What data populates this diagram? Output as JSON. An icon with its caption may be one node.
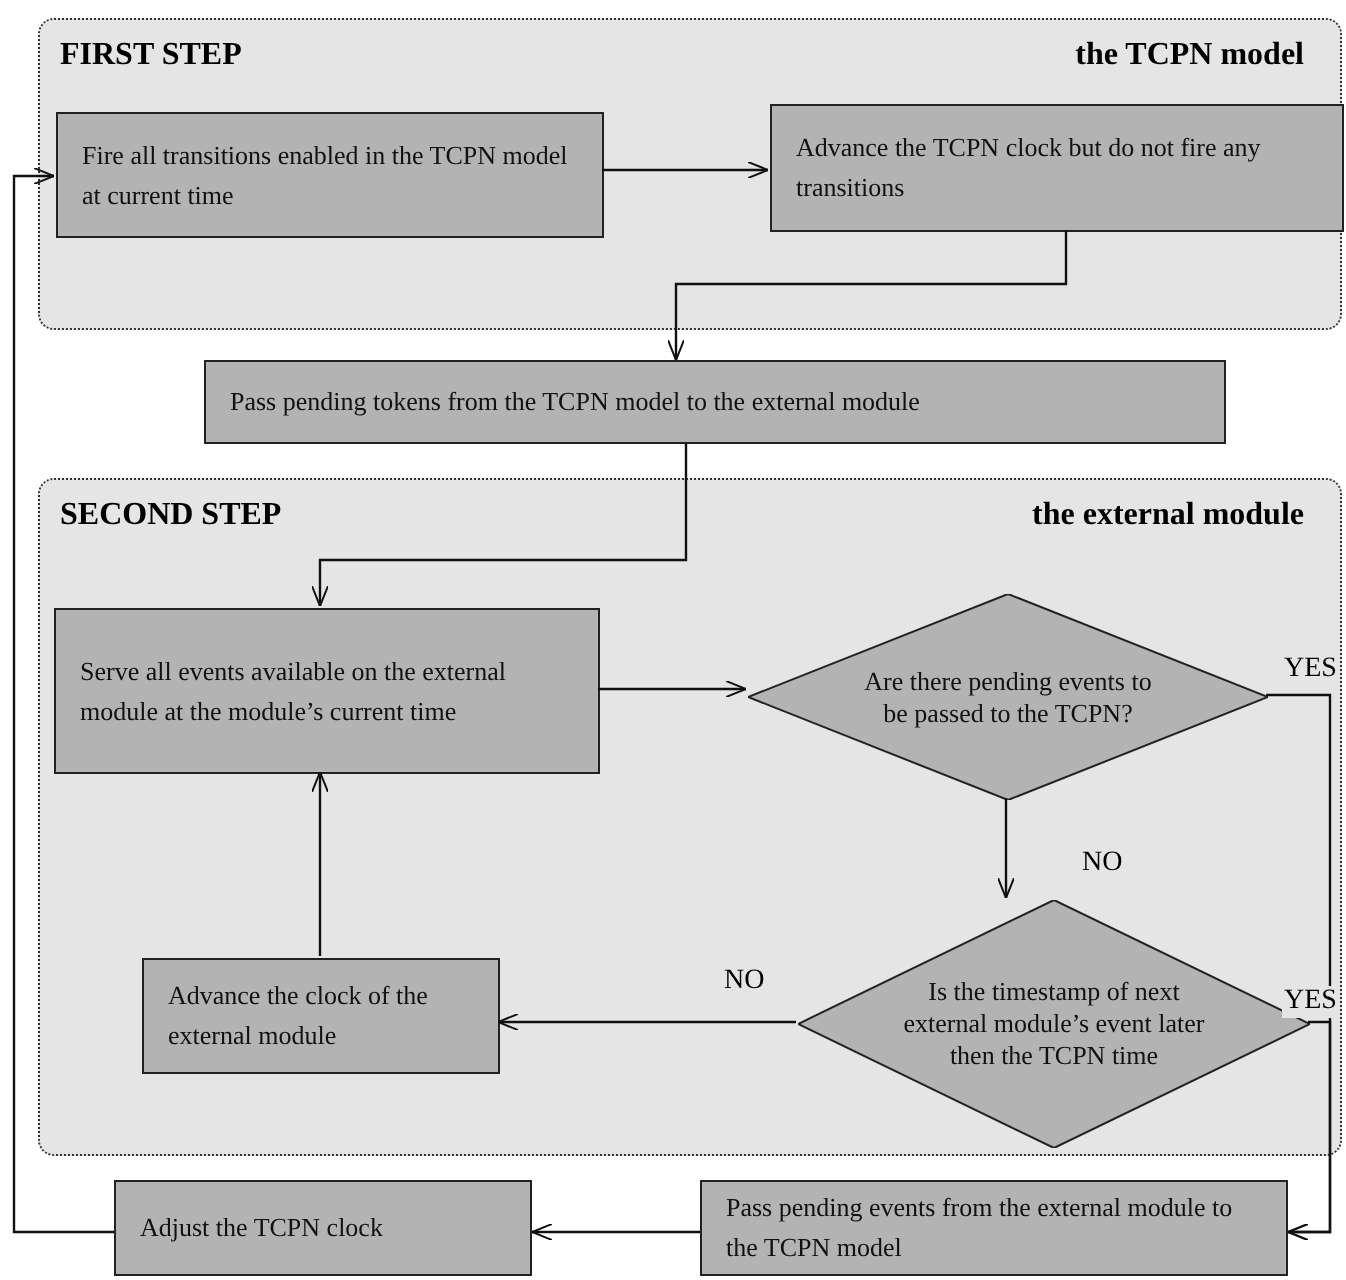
{
  "diagram": {
    "nodes": [
      {
        "text": [
          "FIRST STEP",
          "the TCPN model"
        ]
      },
      {
        "text": [
          "Fire all transitions enabled in the TCPN model at current time"
        ],
        "in": 0
      },
      {
        "text": [
          "Advance the TCPN clock but do not fire any transitions"
        ],
        "in": 0
      },
      {
        "text": [
          "Pass pending tokens from the TCPN model to the external module"
        ]
      },
      {
        "text": [
          "SECOND STEP",
          "the external module"
        ]
      },
      {
        "text": [
          "Serve all events available on the external module at the module’s current time"
        ],
        "in": 4
      },
      {
        "text": [
          "Are there pending events to be passed to the TCPN?"
        ],
        "in": 4
      },
      {
        "text": [
          "Is the timestamp of next external module’s event later then the TCPN time"
        ],
        "in": 4
      },
      {
        "text": [
          "Advance the clock of the external module"
        ],
        "in": 4
      },
      {
        "text": [
          "Pass pending events from the external module to the TCPN model"
        ]
      },
      {
        "text": [
          "Adjust the TCPN clock"
        ]
      }
    ],
    "edges": [
      {
        "from": 1,
        "to": 2,
        "arrow": "to"
      },
      {
        "from": 2,
        "to": 3,
        "arrow": "to"
      },
      {
        "from": 3,
        "to": 5,
        "arrow": "to"
      },
      {
        "from": 5,
        "to": 6,
        "arrow": "to"
      },
      {
        "from": 6,
        "to": 7,
        "arrow": "to",
        "label": "NO"
      },
      {
        "from": 6,
        "to": 9,
        "arrow": "to",
        "label": "YES"
      },
      {
        "from": 7,
        "to": 9,
        "arrow": "to",
        "label": "YES"
      },
      {
        "from": 7,
        "to": 8,
        "arrow": "to",
        "label": "NO"
      },
      {
        "from": 8,
        "to": 5,
        "arrow": "to"
      },
      {
        "from": 9,
        "to": 10,
        "arrow": "to"
      },
      {
        "from": 10,
        "to": 1,
        "arrow": "to"
      }
    ]
  }
}
